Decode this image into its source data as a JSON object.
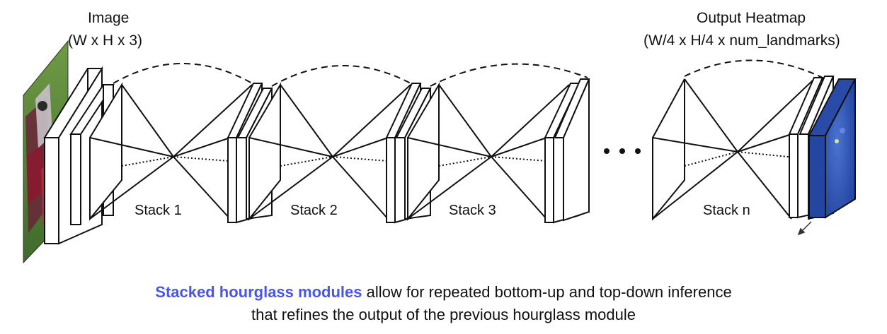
{
  "input_label": {
    "title": "Image",
    "dims": "(W x H x 3)"
  },
  "output_label": {
    "title": "Output Heatmap",
    "dims": "(W/4 x H/4 x num_landmarks)"
  },
  "stacks": [
    {
      "label": "Stack 1"
    },
    {
      "label": "Stack 2"
    },
    {
      "label": "Stack 3"
    },
    {
      "label": "Stack n"
    }
  ],
  "ellipsis": "•••",
  "caption": {
    "highlight": "Stacked hourglass modules",
    "line1_rest": " allow for repeated bottom-up and top-down inference",
    "line2": "that refines the output of the previous hourglass module"
  },
  "colors": {
    "highlight": "#4a56e8",
    "heatmap": "#2d4fb0",
    "input_field": "#5a8a3a"
  }
}
